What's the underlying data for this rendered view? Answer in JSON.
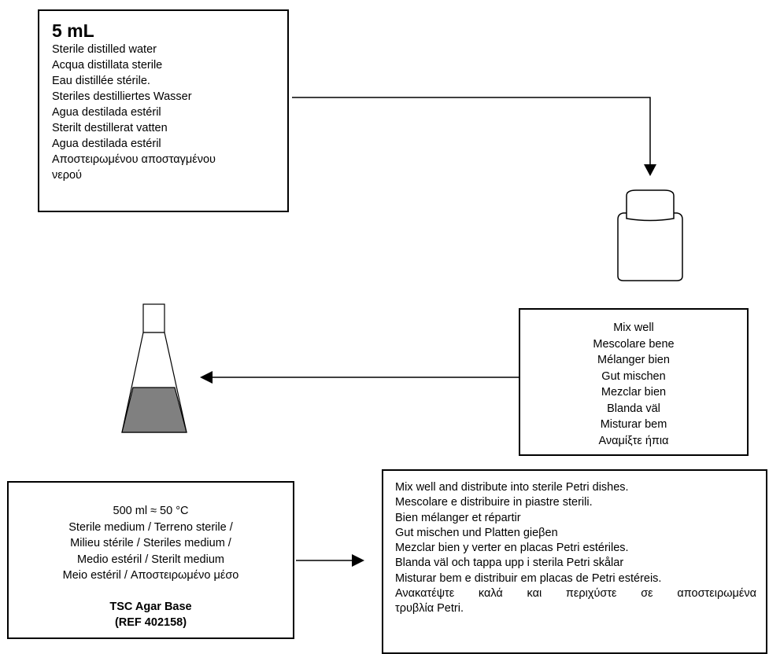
{
  "water_box": {
    "volume": "5 mL",
    "lines": [
      "Sterile distilled water",
      "Acqua distillata sterile",
      "Eau distillée stérile.",
      "Steriles destilliertes Wasser",
      "Agua destilada estéril",
      "Sterilt destillerat vatten",
      "Agua destilada estéril",
      "Αποστειρωμένου αποσταγμένου",
      "νερού"
    ]
  },
  "mix_box": {
    "lines": [
      "Mix well",
      "Mescolare bene",
      "Mélanger bien",
      "Gut mischen",
      "Mezclar bien",
      "Blanda väl",
      "Misturar bem",
      "Αναμίξτε ήπια"
    ]
  },
  "medium_box": {
    "lines": [
      "500 ml  ≈ 50 °C",
      "Sterile medium / Terreno sterile /",
      "Milieu stérile / Steriles medium /",
      "Medio estéril / Sterilt medium",
      "Meio estéril /  Αποστειρωμένο μέσο"
    ],
    "product_name": "TSC Agar Base",
    "product_ref": "(REF 402158)"
  },
  "distribute_box": {
    "lines": [
      "Mix well and distribute into sterile Petri dishes.",
      "Mescolare e distribuire in piastre sterili.",
      "Bien mélanger et répartir",
      "Gut mischen und Platten gieβen",
      "Mezclar bien y verter en placas Petri estériles.",
      "Blanda väl och tappa upp i sterila Petri skålar",
      "Misturar bem e distribuir em placas de Petri estéreis.",
      "Ανακατέψτε καλά και περιχύστε σε αποστειρωμένα",
      "τρυβλία Petri."
    ]
  },
  "colors": {
    "medium_fill": "#808080",
    "line": "#000000"
  }
}
